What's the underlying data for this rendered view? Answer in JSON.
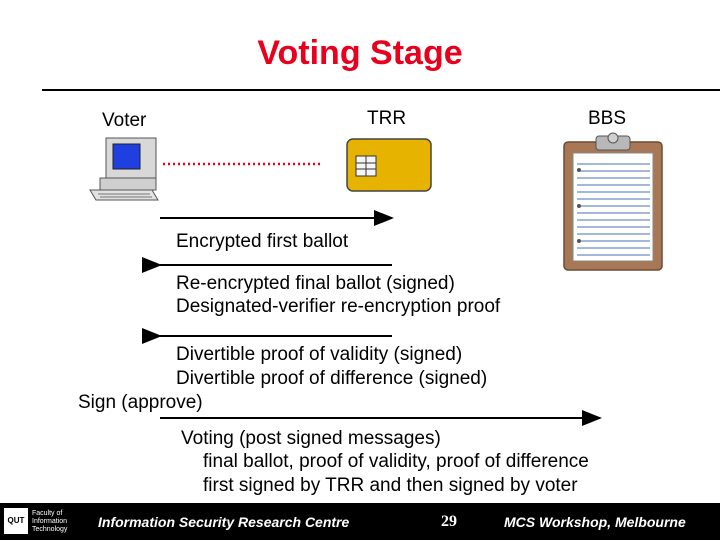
{
  "title": "Voting Stage",
  "entities": {
    "voter": "Voter",
    "trr": "TRR",
    "bbs": "BBS"
  },
  "messages": {
    "encrypted_first_ballot": "Encrypted first ballot",
    "reencrypted_final": "Re-encrypted final ballot (signed)",
    "dv_reencryption_proof": "Designated-verifier re-encryption proof",
    "divertible_validity": "Divertible proof of validity (signed)",
    "divertible_difference": "Divertible proof of difference (signed)",
    "sign_approve": "Sign (approve)",
    "voting_post": "Voting (post signed messages)",
    "voting_detail_1": "final ballot, proof of validity, proof of difference",
    "voting_detail_2": "first signed by TRR and then signed by voter"
  },
  "footer": {
    "logo_abbrev": "QUT",
    "logo_lines": [
      "Faculty of",
      "Information",
      "Technology"
    ],
    "centre": "Information Security Research Centre",
    "page": "29",
    "event": "MCS Workshop, Melbourne"
  },
  "colors": {
    "title": "#e8001c",
    "card": "#e6b400",
    "clipboard": "#a87856",
    "screen": "#1f3fe0"
  },
  "icons": [
    "computer-icon",
    "smart-card-icon",
    "clipboard-icon"
  ]
}
